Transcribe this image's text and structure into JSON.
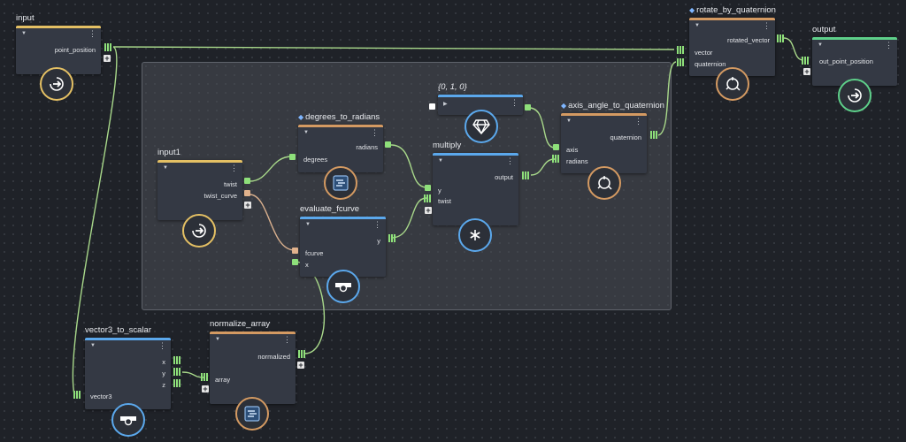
{
  "nodes": {
    "input": {
      "title": "input",
      "ports": {
        "point_position": "point_position"
      },
      "icon": "arrow-right-icon"
    },
    "rotate_by_quaternion": {
      "title": "rotate_by_quaternion",
      "ports": {
        "rotated_vector": "rotated_vector",
        "vector": "vector",
        "quaternion": "quaternion"
      },
      "icon": "rotate-icon"
    },
    "output": {
      "title": "output",
      "ports": {
        "out_point_position": "out_point_position"
      },
      "icon": "arrow-right-icon"
    },
    "const_vec": {
      "title": "{0, 1, 0}",
      "icon": "gem-icon"
    },
    "degrees_to_radians": {
      "title": "degrees_to_radians",
      "ports": {
        "radians": "radians",
        "degrees": "degrees"
      },
      "icon": "compound-icon"
    },
    "axis_angle_to_quaternion": {
      "title": "axis_angle_to_quaternion",
      "ports": {
        "quaternion": "quaternion",
        "axis": "axis",
        "radians": "radians"
      },
      "icon": "rotate-icon"
    },
    "input1": {
      "title": "input1",
      "ports": {
        "twist": "twist",
        "twist_curve": "twist_curve"
      },
      "icon": "arrow-right-icon"
    },
    "multiply": {
      "title": "multiply",
      "ports": {
        "output": "output",
        "y": "y",
        "twist": "twist"
      },
      "icon": "asterisk-icon"
    },
    "evaluate_fcurve": {
      "title": "evaluate_fcurve",
      "ports": {
        "y": "y",
        "fcurve": "fcurve",
        "x": "x"
      },
      "icon": "fcurve-icon"
    },
    "vector3_to_scalar": {
      "title": "vector3_to_scalar",
      "ports": {
        "x": "x",
        "y": "y",
        "z": "z",
        "vector3": "vector3"
      },
      "icon": "split-icon"
    },
    "normalize_array": {
      "title": "normalize_array",
      "ports": {
        "normalized": "normalized",
        "array": "array"
      },
      "icon": "compound-icon"
    }
  },
  "colors": {
    "input_header": "#e4c064",
    "compute_header": "#5ba8ec",
    "output_header": "#5ed08a",
    "compound_header": "#d49a62",
    "wire": "#a8d88a",
    "pin_data": "#8ee07a",
    "pin_curve": "#e1b28c"
  }
}
